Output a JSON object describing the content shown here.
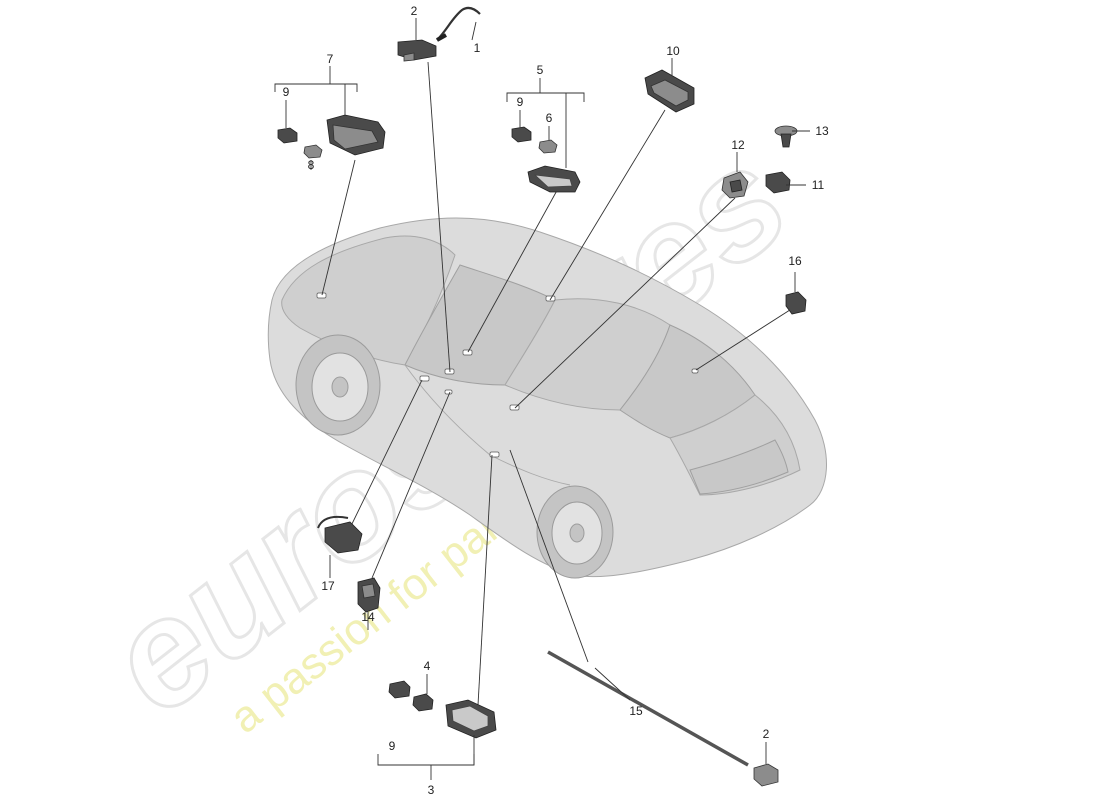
{
  "watermark": {
    "brand": "eurospares",
    "tagline": "a passion for parts since 1985"
  },
  "callouts": {
    "c1": "1",
    "c2_top": "2",
    "c2_bottom": "2",
    "c3": "3",
    "c4": "4",
    "c5": "5",
    "c6": "6",
    "c7": "7",
    "c8": "8",
    "c9_a": "9",
    "c9_b": "9",
    "c9_c": "9",
    "c10": "10",
    "c11": "11",
    "c12": "12",
    "c13": "13",
    "c14": "14",
    "c15": "15",
    "c16": "16",
    "c17": "17"
  }
}
